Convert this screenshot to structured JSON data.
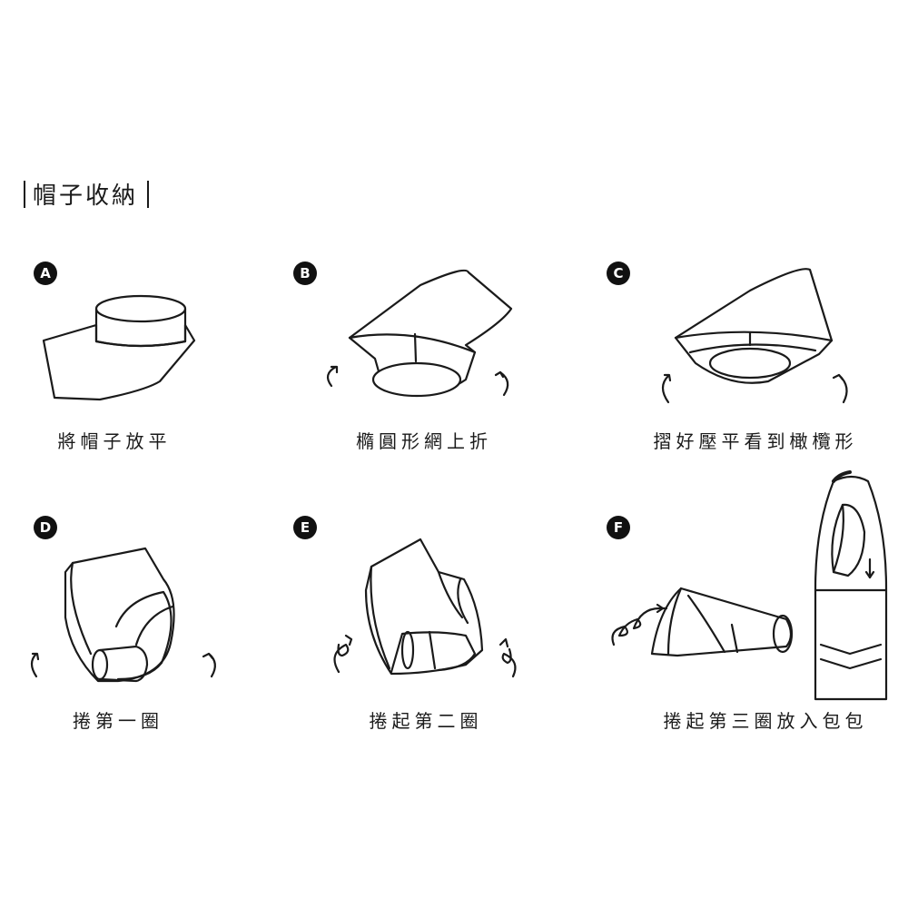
{
  "title": "帽子收納",
  "steps": [
    {
      "badge": "A",
      "caption": "將帽子放平"
    },
    {
      "badge": "B",
      "caption": "橢圓形網上折"
    },
    {
      "badge": "C",
      "caption": "摺好壓平看到橄欖形"
    },
    {
      "badge": "D",
      "caption": "捲第一圈"
    },
    {
      "badge": "E",
      "caption": "捲起第二圈"
    },
    {
      "badge": "F",
      "caption": "捲起第三圈放入包包"
    }
  ]
}
